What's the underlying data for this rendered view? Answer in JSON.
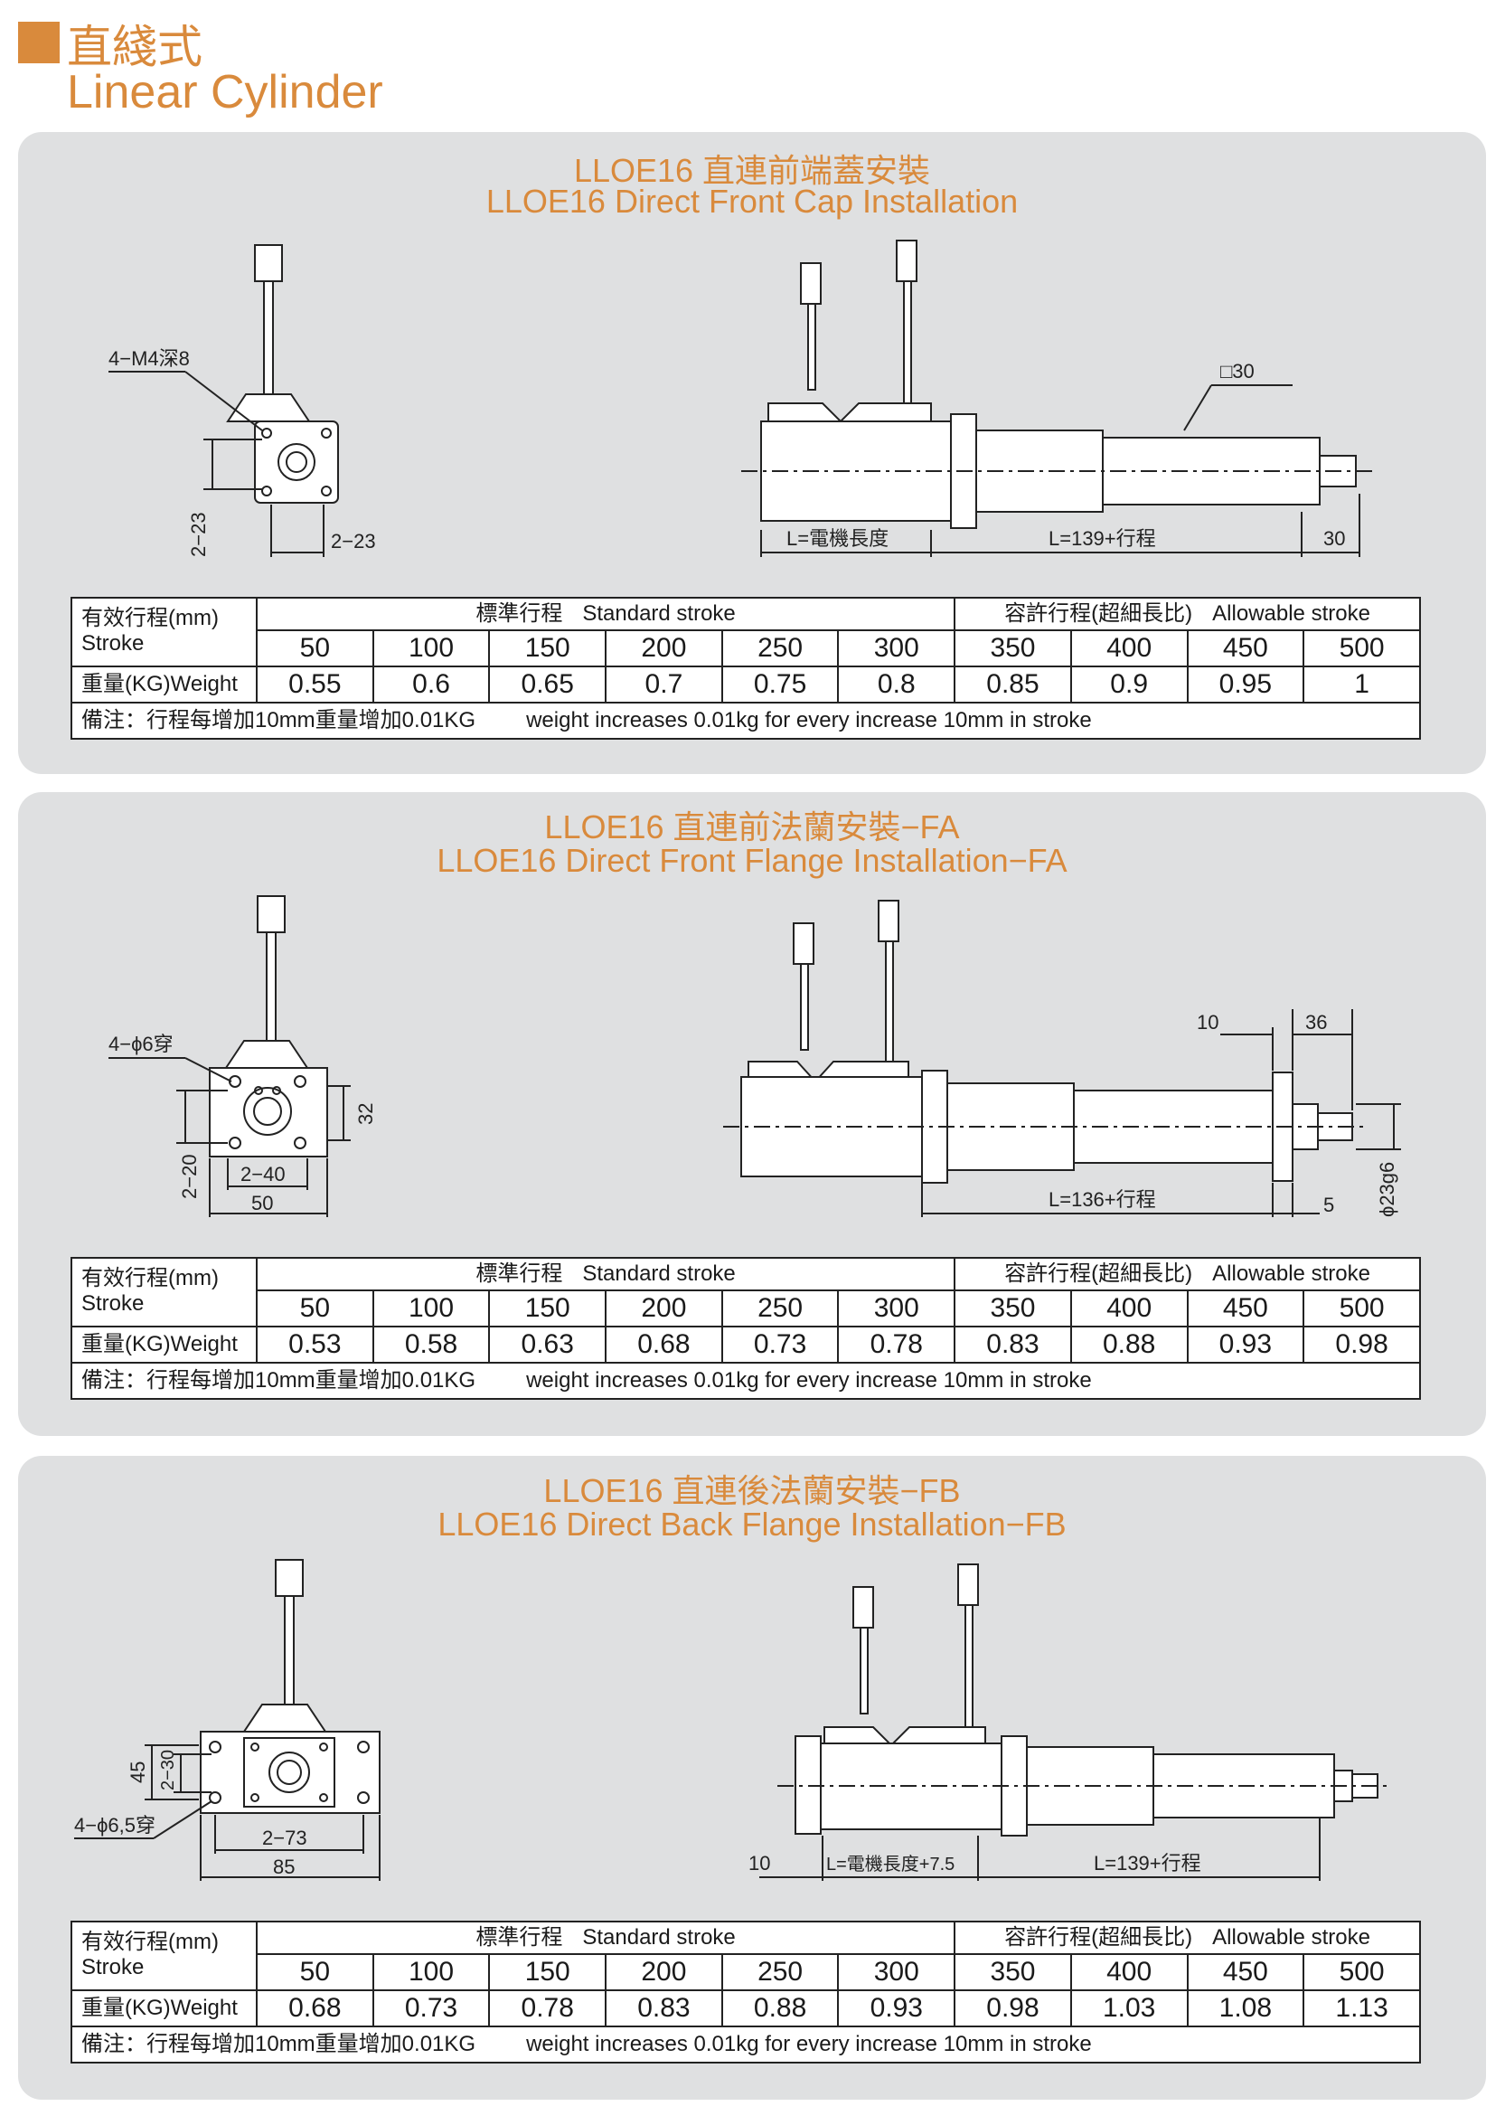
{
  "header": {
    "title_zh": "直綫式",
    "title_en": "Linear Cylinder"
  },
  "common": {
    "stroke_label_zh": "有效行程(mm)",
    "stroke_label_en": "Stroke",
    "standard_label_zh": "標準行程",
    "standard_label_en": "Standard stroke",
    "allowable_label_zh": "容許行程(超細長比)",
    "allowable_label_en": "Allowable stroke",
    "weight_label": "重量(KG)Weight",
    "note_zh": "備注：行程每增加10mm重量增加0.01KG",
    "note_en": "weight increases 0.01kg for every increase 10mm in stroke",
    "strokes": [
      "50",
      "100",
      "150",
      "200",
      "250",
      "300",
      "350",
      "400",
      "450",
      "500"
    ]
  },
  "sections": [
    {
      "title_zh": "LLOE16 直連前端蓋安裝",
      "title_en": "LLOE16 Direct Front Cap Installation",
      "dims": {
        "side_label": "4−M4深8",
        "v": "2−23",
        "h": "2−23",
        "square": "□30",
        "motor": "L=電機長度",
        "body": "L=139+行程",
        "end": "30"
      },
      "weights": [
        "0.55",
        "0.6",
        "0.65",
        "0.7",
        "0.75",
        "0.8",
        "0.85",
        "0.9",
        "0.95",
        "1"
      ]
    },
    {
      "title_zh": "LLOE16 直連前法蘭安裝−FA",
      "title_en": "LLOE16 Direct Front Flange Installation−FA",
      "dims": {
        "side_label": "4−ϕ6穿",
        "v": "2−20",
        "h1": "2−40",
        "h2": "50",
        "right": "32",
        "d10": "10",
        "d36": "36",
        "body": "L=136+行程",
        "d5": "5",
        "phi": "ϕ23g6"
      },
      "weights": [
        "0.53",
        "0.58",
        "0.63",
        "0.68",
        "0.73",
        "0.78",
        "0.83",
        "0.88",
        "0.93",
        "0.98"
      ]
    },
    {
      "title_zh": "LLOE16 直連後法蘭安裝−FB",
      "title_en": "LLOE16 Direct Back Flange Installation−FB",
      "dims": {
        "side_label": "4−ϕ6,5穿",
        "v1": "45",
        "v2": "2−30",
        "h1": "2−73",
        "h2": "85",
        "d10": "10",
        "motor": "L=電機長度+7.5",
        "body": "L=139+行程"
      },
      "weights": [
        "0.68",
        "0.73",
        "0.78",
        "0.83",
        "0.88",
        "0.93",
        "0.98",
        "1.03",
        "1.08",
        "1.13"
      ]
    }
  ]
}
